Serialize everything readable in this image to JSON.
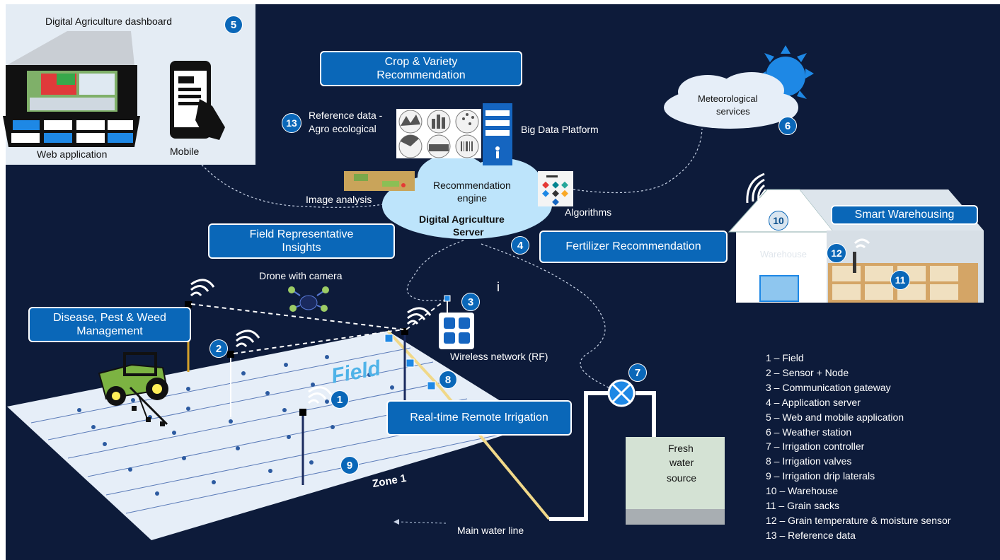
{
  "dashboard": {
    "title": "Digital Agriculture dashboard",
    "web_label": "Web application",
    "mobile_label": "Mobile",
    "badge": "5"
  },
  "boxes": {
    "crop_line1": "Crop & Variety",
    "crop_line2": "Recommendation",
    "field_line1": "Field Representative",
    "field_line2": "Insights",
    "disease_line1": "Disease, Pest & Weed",
    "disease_line2": "Management",
    "fertilizer": "Fertilizer Recommendation",
    "irrigation": "Real-time Remote Irrigation",
    "warehousing": "Smart Warehousing"
  },
  "labels": {
    "reference_line1": "Reference data -",
    "reference_line2": "Agro ecological",
    "big_data": "Big Data Platform",
    "recommendation_line1": "Recommendation",
    "recommendation_line2": "engine",
    "server_line1": "Digital Agriculture",
    "server_line2": "Server",
    "image_analysis": "Image analysis",
    "algorithms": "Algorithms",
    "met_line1": "Meteorological",
    "met_line2": "services",
    "drone": "Drone with camera",
    "wireless": "Wireless network (RF)",
    "field": "Field",
    "zone": "Zone 1",
    "main_water": "Main water line",
    "fresh_line1": "Fresh",
    "fresh_line2": "water",
    "fresh_line3": "source",
    "warehouse": "Warehouse",
    "stray_i": "i"
  },
  "badges": {
    "b1": "1",
    "b2": "2",
    "b3": "3",
    "b4": "4",
    "b6": "6",
    "b7": "7",
    "b8": "8",
    "b9": "9",
    "b10": "10",
    "b11": "11",
    "b12": "12",
    "b13": "13"
  },
  "legend": [
    "1 – Field",
    "2 – Sensor + Node",
    "3 – Communication gateway",
    "4 – Application server",
    "5 – Web and mobile application",
    "6 – Weather station",
    "7 – Irrigation controller",
    "8 – Irrigation valves",
    "9 – Irrigation drip laterals",
    "10 – Warehouse",
    "11 – Grain sacks",
    "12 – Grain temperature & moisture sensor",
    "13 – Reference data"
  ],
  "colors": {
    "background": "#0d1b3a",
    "accent_blue": "#0a67b8",
    "field_fill": "#e6eef8",
    "pipe_yellow": "#f0d889"
  }
}
